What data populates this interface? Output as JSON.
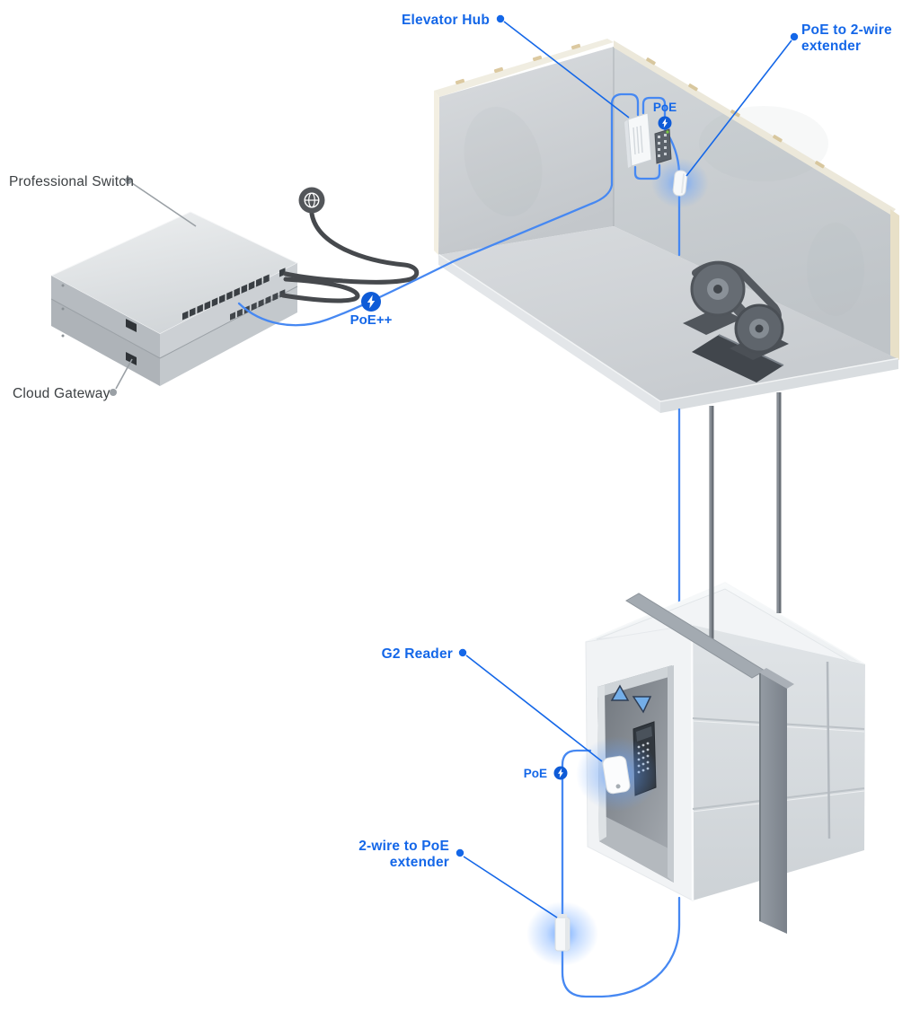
{
  "diagram": {
    "title_context": "Elevator access PoE topology diagram",
    "labels": {
      "elevator_hub": "Elevator Hub",
      "poe_to_2wire": {
        "line1": "PoE to 2-wire",
        "line2": "extender"
      },
      "professional_switch": "Professional Switch",
      "cloud_gateway": "Cloud Gateway",
      "poe_plus_plus": "PoE++",
      "poe_hub": "PoE",
      "poe_reader": "PoE",
      "g2_reader": "G2 Reader",
      "twowire_to_poe": {
        "line1": "2-wire to PoE",
        "line2": "extender"
      }
    },
    "icons": [
      "globe-icon",
      "lightning-bolt-icon"
    ],
    "colors": {
      "label_blue": "#1467E8",
      "cable_blue": "#4688F2",
      "badge_blue": "#0E5BD7",
      "label_gray": "#3C4043",
      "leader_gray": "#9AA0A5",
      "glow_blue": "#66A3FF"
    }
  }
}
